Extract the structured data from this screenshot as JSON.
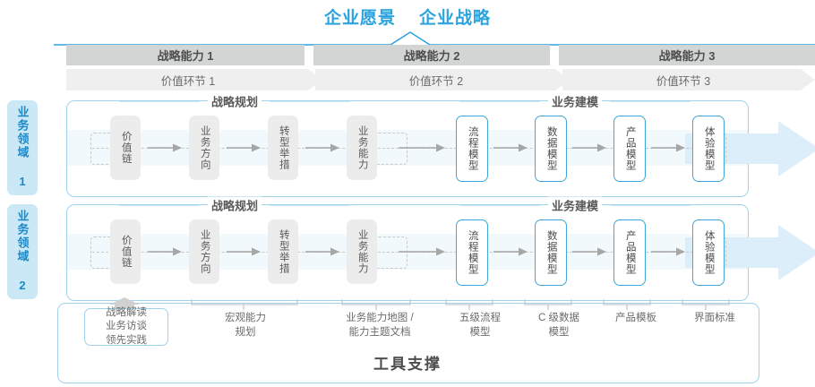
{
  "header": {
    "titles": [
      "企业愿景",
      "企业战略"
    ],
    "accent_color": "#2aa3de"
  },
  "capability_bars": [
    {
      "label": "战略能力 1"
    },
    {
      "label": "战略能力 2"
    },
    {
      "label": "战略能力 3"
    }
  ],
  "value_chain_bars": [
    {
      "label": "价值环节 1"
    },
    {
      "label": "价值环节 2"
    },
    {
      "label": "价值环节 3"
    }
  ],
  "domains": [
    {
      "side_label": "业务领域 1",
      "sections": [
        {
          "title": "战略规划",
          "nodes": [
            "价值链",
            "业务方向",
            "转型举措",
            "业务能力"
          ]
        },
        {
          "title": "业务建模",
          "nodes": [
            "流程模型",
            "数据模型",
            "产品模型",
            "体验模型"
          ]
        }
      ]
    },
    {
      "side_label": "业务领域 2",
      "sections": [
        {
          "title": "战略规划",
          "nodes": [
            "价值链",
            "业务方向",
            "转型举措",
            "业务能力"
          ]
        },
        {
          "title": "业务建模",
          "nodes": [
            "流程模型",
            "数据模型",
            "产品模型",
            "体验模型"
          ]
        }
      ]
    }
  ],
  "annotations": [
    {
      "lines": [
        "战略解读",
        "业务访谈",
        "领先实践"
      ],
      "boxed": true
    },
    {
      "lines": [
        "宏观能力",
        "规划"
      ],
      "boxed": false
    },
    {
      "lines": [
        "业务能力地图 /",
        "能力主题文档"
      ],
      "boxed": false
    },
    {
      "lines": [
        "五级流程",
        "模型"
      ],
      "boxed": false
    },
    {
      "lines": [
        "C 级数据",
        "模型"
      ],
      "boxed": false
    },
    {
      "lines": [
        "产品模板"
      ],
      "boxed": false
    },
    {
      "lines": [
        "界面标准"
      ],
      "boxed": false
    }
  ],
  "footer": {
    "label": "工具支撑"
  },
  "colors": {
    "accent_blue": "#2aa3de",
    "border_blue": "#9fd3ea",
    "node_blue": "#3fa9dd",
    "bar_dark": "#d3d5d5",
    "bar_light": "#efefef",
    "band": "#f2f9fd",
    "node_gray": "#ececec",
    "side_label_bg": "#cbe8f7",
    "text_gray": "#595959"
  }
}
